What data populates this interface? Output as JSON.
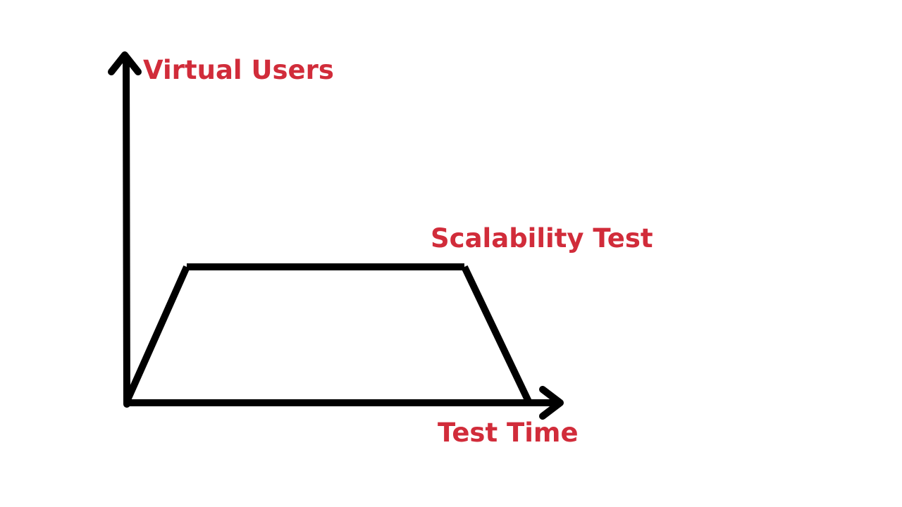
{
  "diagram": {
    "y_axis_label": "Virtual Users",
    "x_axis_label": "Test Time",
    "curve_label": "Scalability Test",
    "label_color": "#d12c3a",
    "line_color": "#000000",
    "shape": "trapezoid",
    "phases": [
      "ramp-up",
      "steady",
      "ramp-down"
    ]
  }
}
